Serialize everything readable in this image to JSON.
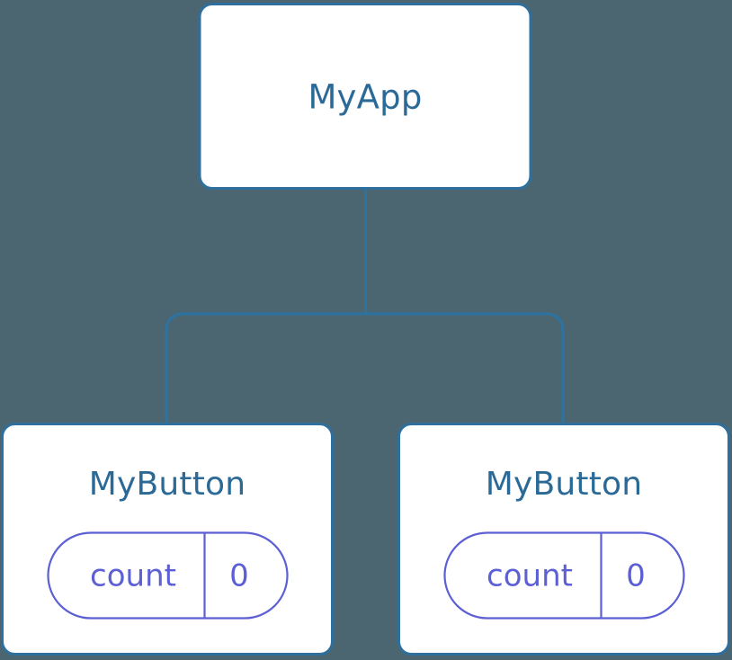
{
  "diagram": {
    "type": "component-tree",
    "background_color": "#4b6670",
    "node_fill": "#ffffff",
    "node_border_color": "#2e6f9e",
    "edge_color": "#2e729f",
    "title_text_color": "#2b6a96",
    "state_accent_color": "#5c60d4",
    "root": {
      "id": "myapp",
      "label": "MyApp"
    },
    "children": [
      {
        "id": "mybutton-left",
        "label": "MyButton",
        "state": {
          "key": "count",
          "value": "0"
        }
      },
      {
        "id": "mybutton-right",
        "label": "MyButton",
        "state": {
          "key": "count",
          "value": "0"
        }
      }
    ]
  }
}
